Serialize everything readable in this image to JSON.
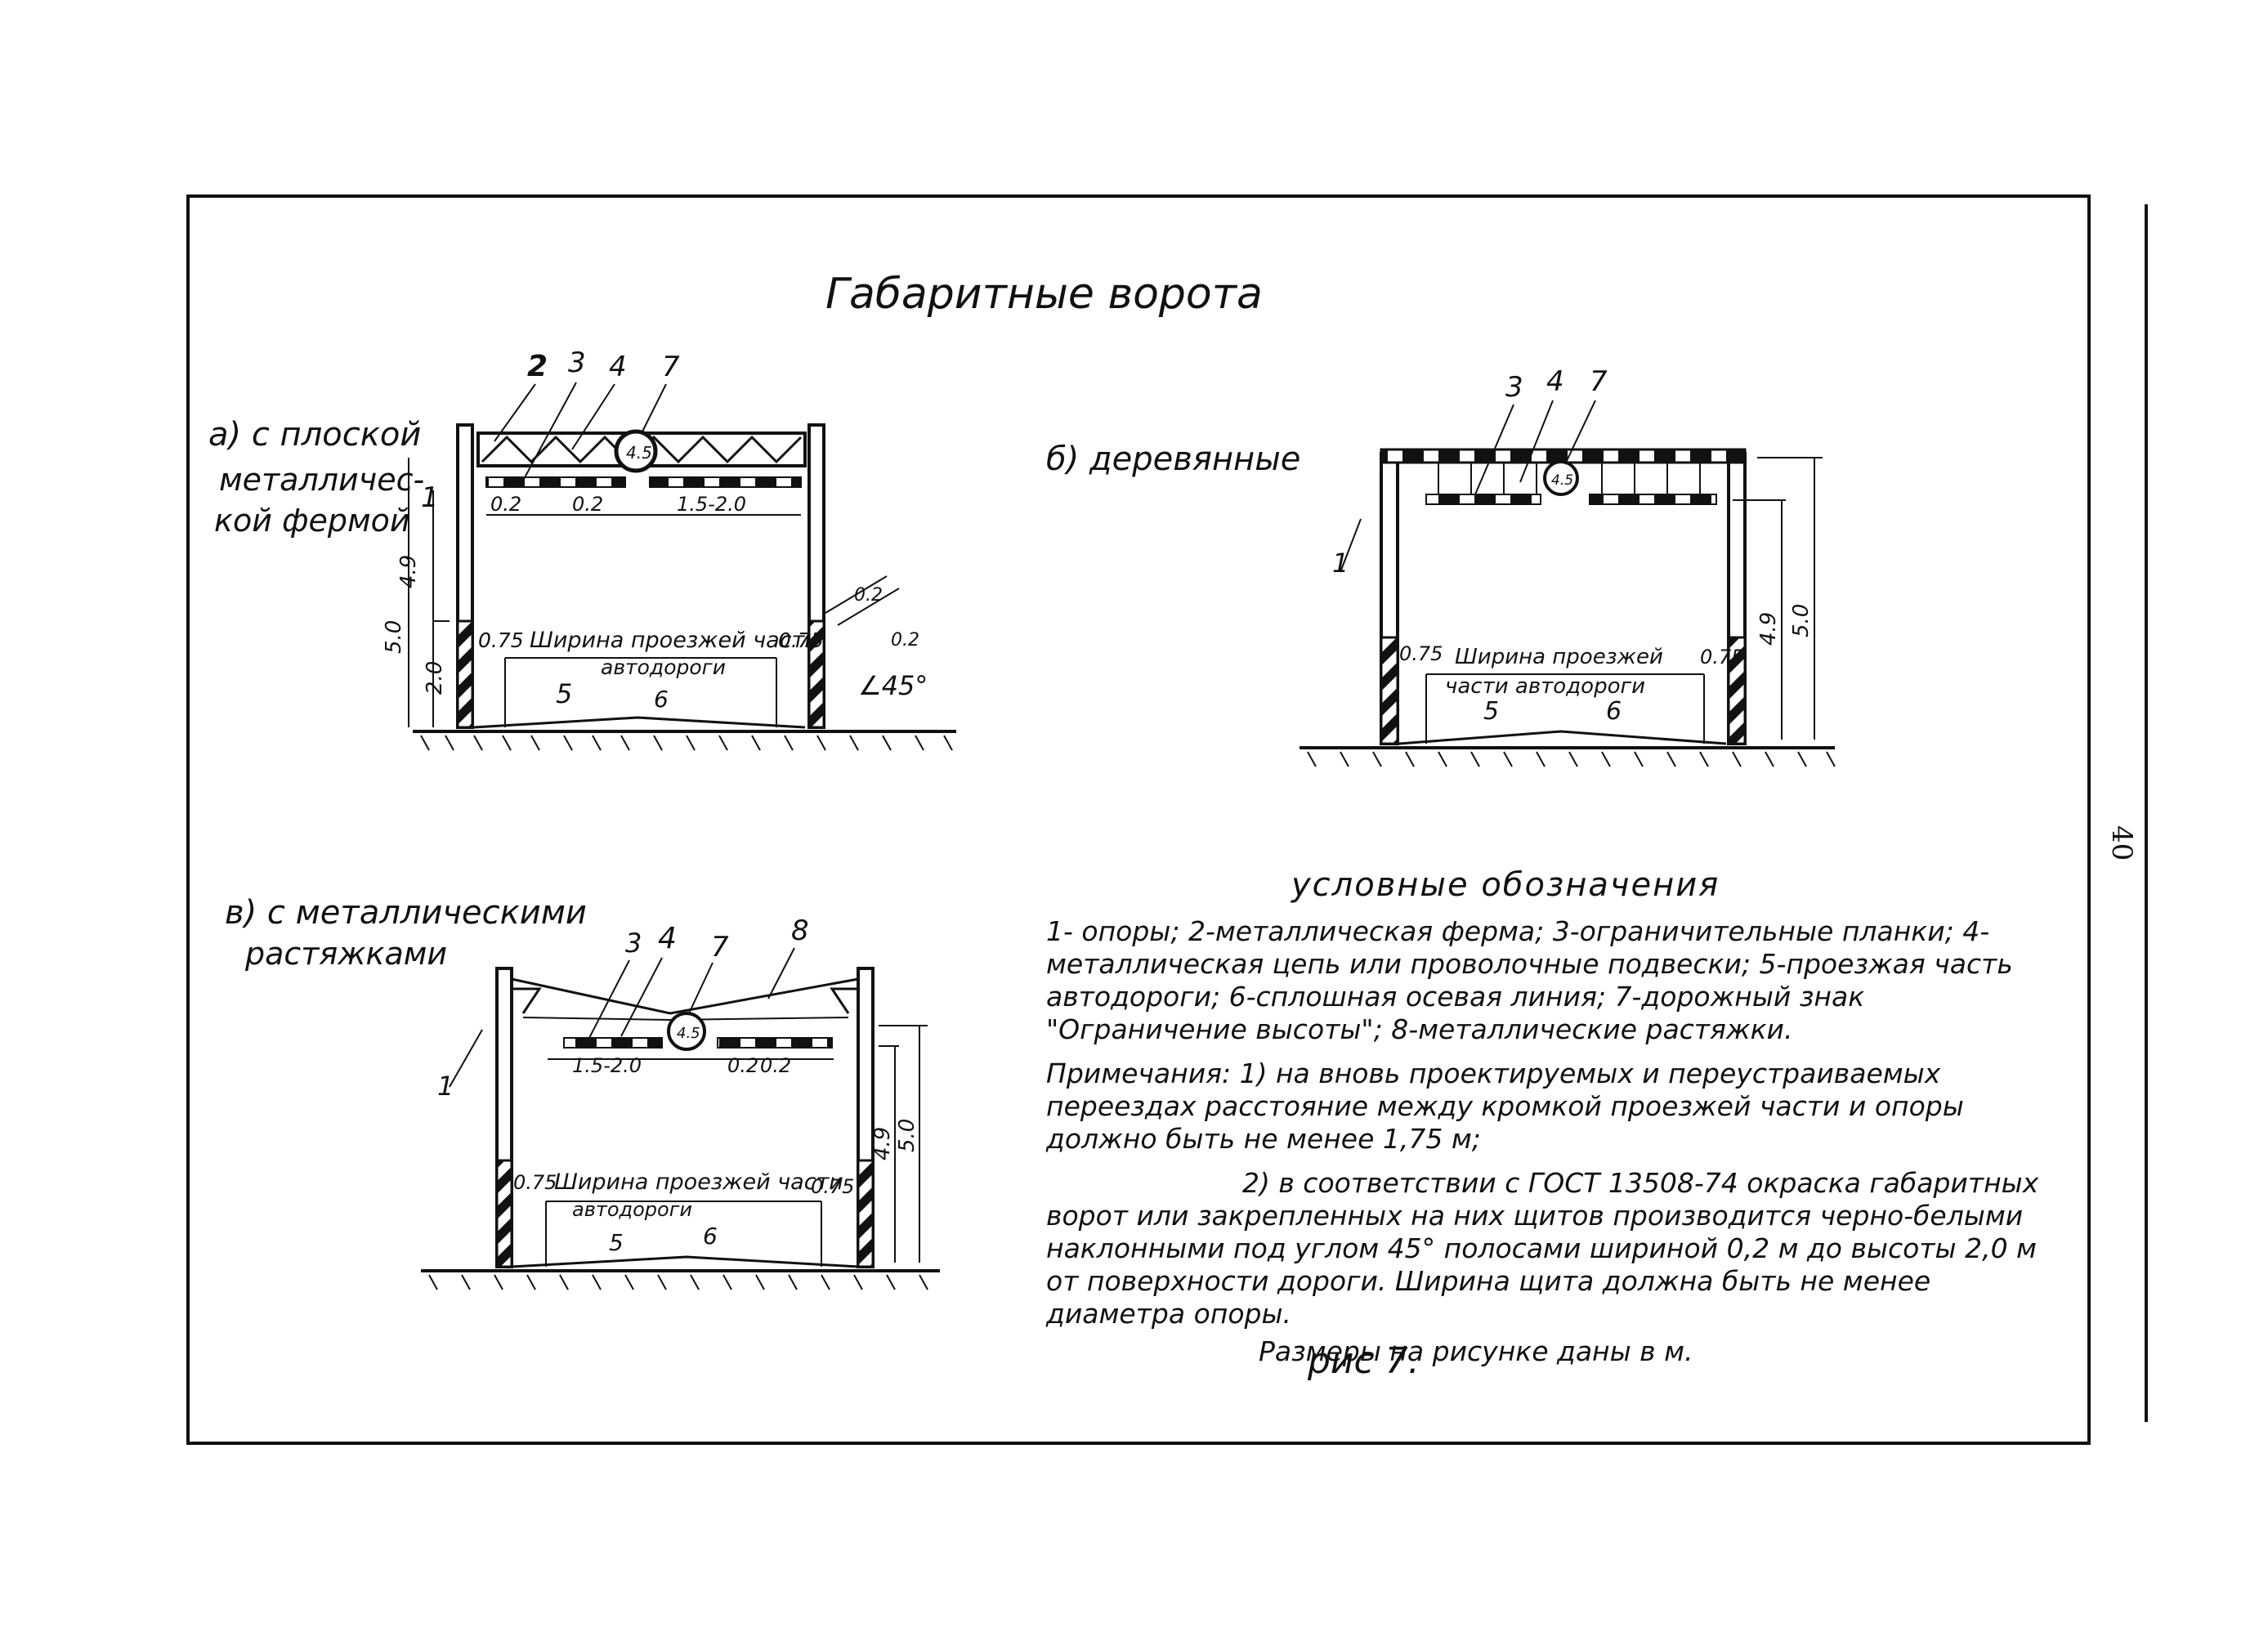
{
  "page": {
    "number": "40"
  },
  "title": "Габаритные ворота",
  "figure_a": {
    "caption_lines": [
      "а) с плоской",
      "металличес-",
      "кой фермой"
    ],
    "callouts": [
      "2",
      "3",
      "4",
      "7"
    ],
    "dims": [
      "0.2",
      "0.2",
      "1.5-2.0",
      "4.9",
      "5.0",
      "2.0",
      "0.75",
      "0.75",
      "0.2",
      "0.2",
      "∠45°"
    ],
    "road_text": [
      "Ширина проезжей части",
      "автодороги"
    ],
    "marks": [
      "1",
      "5",
      "6"
    ],
    "sign": "4.5"
  },
  "figure_b": {
    "caption": "б) деревянные",
    "callouts": [
      "3",
      "4",
      "7"
    ],
    "dims": [
      "4.9",
      "5.0",
      "0.75",
      "0.75"
    ],
    "road_text": [
      "Ширина проезжей",
      "части автодороги"
    ],
    "marks": [
      "1",
      "5",
      "6"
    ],
    "sign": "4.5"
  },
  "figure_c": {
    "caption_lines": [
      "в) с металлическими",
      "растяжками"
    ],
    "callouts": [
      "3",
      "4",
      "7",
      "8"
    ],
    "dims": [
      "1.5-2.0",
      "0.2",
      "0.2",
      "4.9",
      "5.0",
      "0.75",
      "0.75"
    ],
    "road_text": [
      "Ширина проезжей части",
      "автодороги"
    ],
    "marks": [
      "1",
      "5",
      "6"
    ],
    "sign": "4.5"
  },
  "legend": {
    "heading": "условные обозначения",
    "text": "1- опоры; 2-металлическая ферма; 3-ограничительные планки; 4-металлическая цепь или проволочные подвески; 5-проезжая часть автодороги; 6-сплошная осевая линия; 7-дорожный знак \"Ограничение высоты\"; 8-металлические растяжки.",
    "note1": "Примечания: 1) на вновь проектируемых и переустраиваемых переездах расстояние между кромкой проезжей части и опоры должно быть не менее 1,75 м;",
    "note2": "2) в соответствии с ГОСТ 13508-74 окраска габаритных ворот или закрепленных на них щитов производится черно-белыми наклонными под углом 45° полосами шириной 0,2 м до высоты 2,0 м от поверхности дороги. Ширина щита должна быть не менее диаметра опоры.",
    "units": "Размеры на рисунке даны в м."
  },
  "figure_label": "рис 7."
}
